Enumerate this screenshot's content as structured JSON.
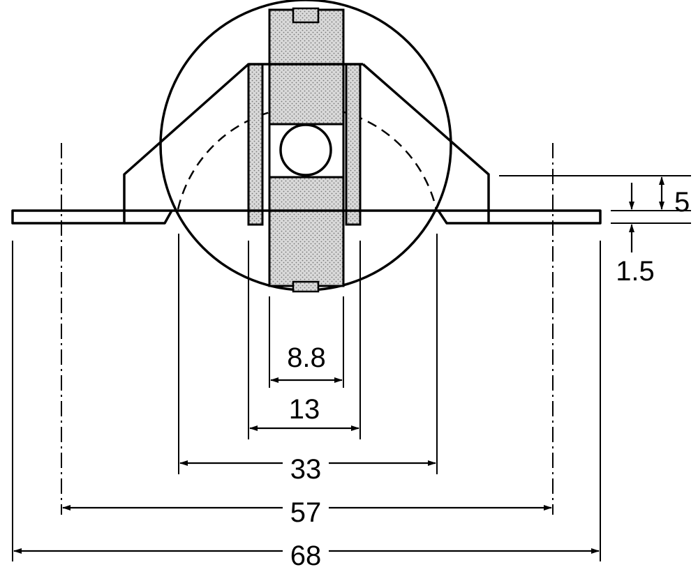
{
  "figure": {
    "kind": "mechanical-drawing",
    "subject": "ball transfer unit side view with flange mount",
    "hatch_color": "#c8c8c8",
    "line_color": "#000000"
  },
  "dimensions": {
    "overall_flange_width": "68",
    "mounting_hole_pitch": "57",
    "housing_opening": "33",
    "cage_width": "13",
    "ball_diameter": "8.8",
    "height_above_flange": "5",
    "flange_thickness": "1.5"
  }
}
